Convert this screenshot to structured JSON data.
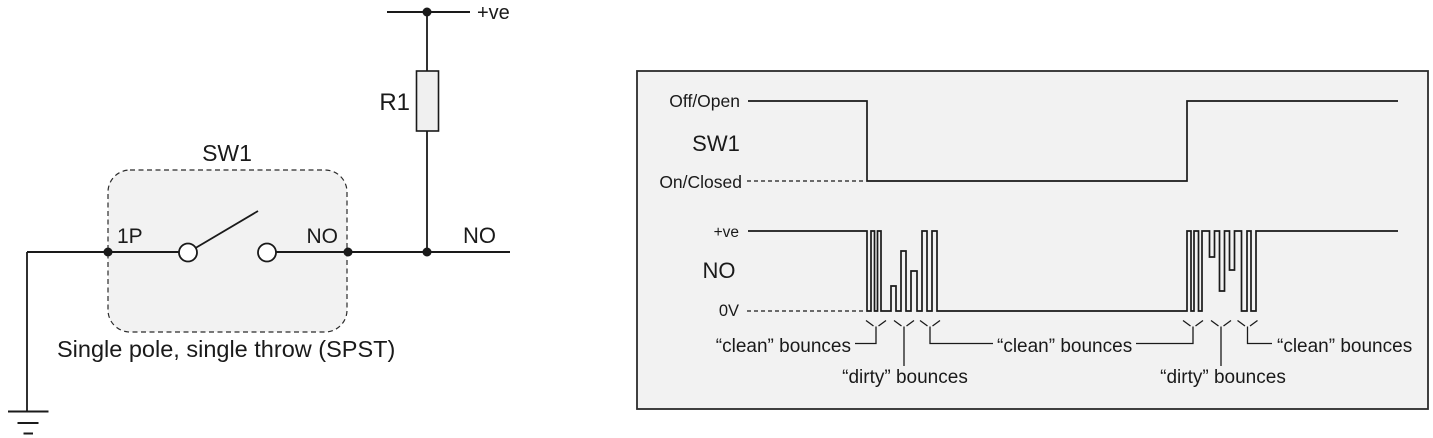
{
  "colors": {
    "line": "#1a1a1a",
    "panel_bg": "#f2f2f2",
    "resistor_fill": "#f0f0f0",
    "canvas_bg": "#ffffff"
  },
  "circuit": {
    "supply_label": "+ve",
    "resistor_label": "R1",
    "switch_label": "SW1",
    "pole_terminal_label": "1P",
    "throw_terminal_label": "NO",
    "output_node_label": "NO",
    "caption": "Single pole, single throw (SPST)"
  },
  "timing": {
    "sw1_trace": {
      "signal_name": "SW1",
      "high_level_label": "Off/Open",
      "low_level_label": "On/Closed"
    },
    "no_trace": {
      "signal_name": "NO",
      "high_level_label": "+ve",
      "low_level_label": "0V"
    },
    "annotations": {
      "clean_bounces_left": "“clean” bounces",
      "dirty_bounces_left": "“dirty” bounces",
      "clean_bounces_middle": "“clean” bounces",
      "dirty_bounces_right": "“dirty” bounces",
      "clean_bounces_right": "“clean” bounces"
    },
    "waveform_summary": {
      "sw1_sequence": [
        "Off/Open",
        "On/Closed",
        "Off/Open"
      ],
      "no_bounce_groups": [
        {
          "edge": "closing",
          "pattern": [
            "2 clean full-swing bounces",
            "3 dirty partial bounces",
            "2 clean full-swing bounces"
          ],
          "settles_at": "0V"
        },
        {
          "edge": "opening",
          "pattern": [
            "2 clean full-swing bounces",
            "3 dirty partial bounces",
            "2 clean full-swing bounces"
          ],
          "settles_at": "+ve"
        }
      ]
    }
  }
}
